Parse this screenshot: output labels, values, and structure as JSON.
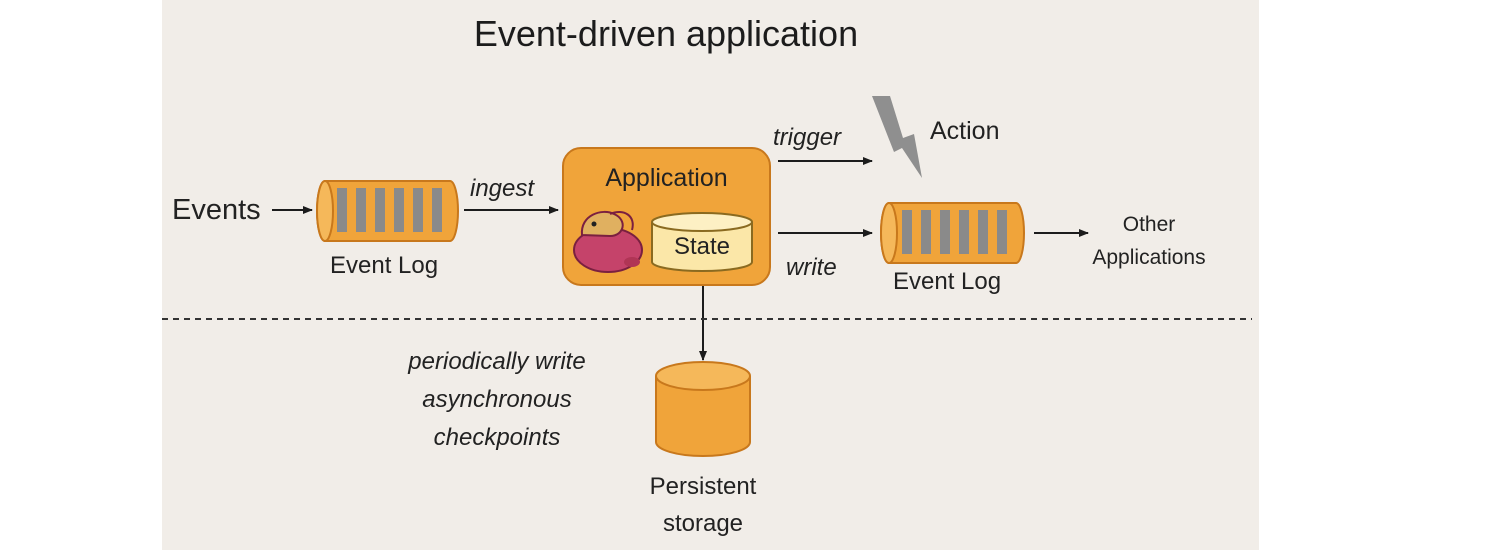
{
  "title": "Event-driven application",
  "labels": {
    "events": "Events",
    "ingest": "ingest",
    "event_log_in": "Event Log",
    "application": "Application",
    "state": "State",
    "trigger": "trigger",
    "action": "Action",
    "write": "write",
    "event_log_out": "Event Log",
    "other_applications": [
      "Other",
      "Applications"
    ],
    "checkpoint_note": [
      "periodically write",
      "asynchronous",
      "checkpoints"
    ],
    "persistent_storage": [
      "Persistent",
      "storage"
    ]
  },
  "colors": {
    "background": "#f1ede8",
    "orange": "#f0a43a",
    "orange_dark": "#c8781c",
    "state_fill": "#fbe7a8",
    "log_bars": "#8a8a8a",
    "lightning": "#8f8f8f",
    "squirrel_icon": "#c5436a"
  },
  "icons": [
    "lightning-icon",
    "squirrel-icon"
  ]
}
